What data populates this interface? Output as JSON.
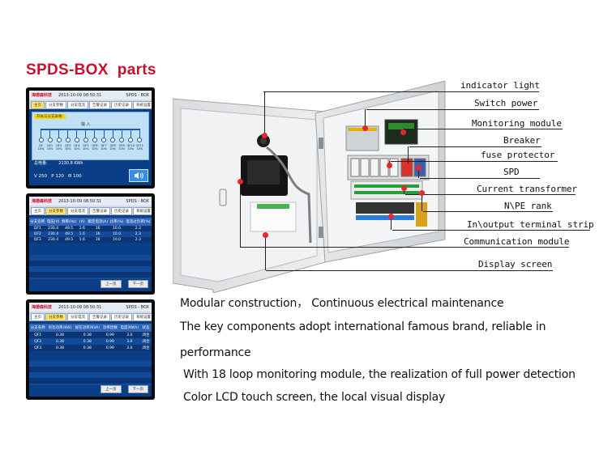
{
  "title": "SPDS-BOX  parts",
  "lcd_common": {
    "brand": "海德森科技",
    "datetime": "2013-10-09  08:50:31",
    "model": "SPDS - BOX"
  },
  "lcd1": {
    "tabs": [
      "主页",
      "分支参数",
      "分支电流",
      "告警记录",
      "历史记录",
      "系统设置"
    ],
    "header": "开关与分支表格:",
    "input_label": "输 入",
    "branches": [
      "QF",
      "QF1",
      "QF2",
      "QF3",
      "QF4",
      "QF5",
      "QF6",
      "QF7",
      "QF8",
      "QF9",
      "QF10",
      "QF11"
    ],
    "percents": [
      "10%",
      "10%",
      "10%",
      "10%",
      "10%",
      "10%",
      "10%",
      "10%",
      "10%",
      "10%",
      "10%",
      "10%"
    ],
    "energy_label": "总电量:",
    "energy_value": "2130.8 KWh",
    "readout": "V 250   P 120   Θ 100"
  },
  "lcd2": {
    "tabs": [
      "主页",
      "分支参数",
      "分支电流",
      "告警记录",
      "历史记录",
      "系统设置"
    ],
    "headers": [
      "分支名称",
      "电压(V)",
      "频率(Hz)",
      "(A)",
      "额定电流(A)",
      "比率(%)",
      "电流过负荷(%)"
    ],
    "rows": [
      [
        "QF1",
        "230.4",
        "49.5",
        "1.6",
        "16",
        "10.0",
        "2.3"
      ],
      [
        "QF2",
        "230.4",
        "49.5",
        "1.6",
        "16",
        "10.0",
        "2.3"
      ],
      [
        "QF3",
        "230.4",
        "49.5",
        "1.6",
        "16",
        "10.0",
        "2.3"
      ]
    ],
    "prev": "上一页",
    "next": "下一页"
  },
  "lcd3": {
    "tabs": [
      "主页",
      "分支参数",
      "分支电流",
      "告警记录",
      "历史记录",
      "系统设置"
    ],
    "headers": [
      "分支名称",
      "有功功率(KW)",
      "视在功率(KVA)",
      "功率因数",
      "电度(KWh)",
      "状态"
    ],
    "rows": [
      [
        "QF1",
        "0.38",
        "0.38",
        "0.99",
        "3.0",
        "闭合"
      ],
      [
        "QF2",
        "0.38",
        "0.38",
        "0.99",
        "3.0",
        "闭合"
      ],
      [
        "QF3",
        "0.38",
        "0.38",
        "0.99",
        "3.0",
        "闭合"
      ]
    ],
    "prev": "上一页",
    "next": "下一页"
  },
  "callouts": [
    "indicator light",
    "Switch power",
    "Monitoring module",
    "Breaker",
    "fuse protector",
    "SPD",
    "Current transformer",
    "N\\PE rank",
    "In\\output terminal strip",
    "Communication module",
    "Display screen"
  ],
  "features": [
    "Modular construction，  Continuous electrical maintenance",
    "The key components adopt international famous brand, reliable in",
    "performance",
    "With 18 loop monitoring module, the realization of full power detection",
    "Color LCD touch screen, the local visual display"
  ],
  "colors": {
    "title_red": "#c8102e",
    "callout_dot": "#e8262b",
    "lcd_blue": "#0a3e86"
  }
}
